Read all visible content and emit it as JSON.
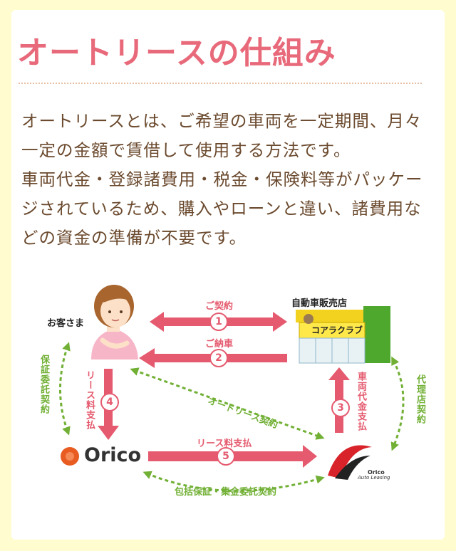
{
  "heading": {
    "title": "オートリースの仕組み"
  },
  "description": {
    "paragraph1": "オートリースとは、ご希望の車両を一定期間、月々一定の金額で賃借して使用する方法です。",
    "paragraph2": "車両代金・登録諸費用・税金・保険料等がパッケージされているため、購入やローンと違い、諸費用などの資金の準備が不要です。"
  },
  "diagram": {
    "customer_label": "お客さま",
    "dealer_label": "自動車販売店",
    "dealer_sign": "コアラクラブ",
    "orico_logo": "Orico",
    "oal_logo_line1": "Orico",
    "oal_logo_line2": "Auto Leasing",
    "flows": [
      {
        "num": "1",
        "label": "ご契約"
      },
      {
        "num": "2",
        "label": "ご納車"
      },
      {
        "num": "3",
        "label": "車両代金支払"
      },
      {
        "num": "4",
        "label": "リース料支払"
      },
      {
        "num": "5",
        "label": "リース料支払"
      }
    ],
    "contracts": {
      "guarantee": "保証委託契約",
      "agency": "代理店契約",
      "auto_lease": "オートリース契約",
      "collection": "包括保証・集金委託契約"
    },
    "colors": {
      "pink_arrow": "#e55a6e",
      "green_dash": "#71b035",
      "title": "#e8697a",
      "text": "#6b4a2e"
    }
  }
}
